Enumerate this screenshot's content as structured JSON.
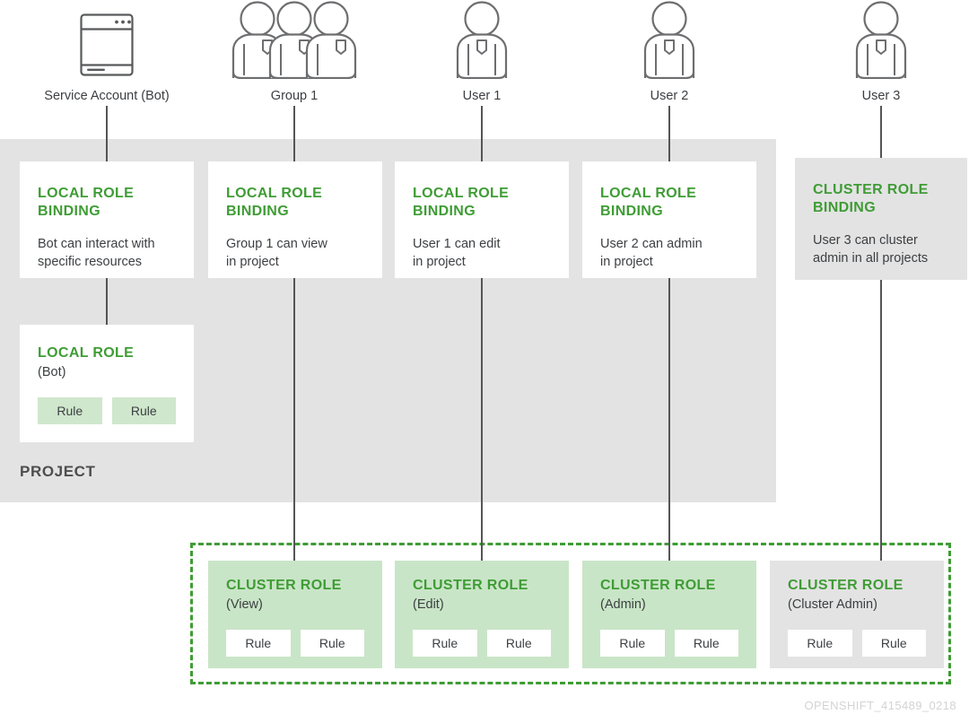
{
  "diagram": {
    "title_caption": "OPENSHIFT_415489_0218",
    "project_label": "PROJECT",
    "colors": {
      "green_heading": "#3f9c35",
      "light_green": "#c9e5c7",
      "rule_light_green": "#cfe7cc",
      "band_gray": "#e3e3e3",
      "line_gray": "#555557",
      "text_dark": "#3c3f42",
      "caption_gray": "#d3d3d3"
    }
  },
  "actors": [
    {
      "id": "service-account",
      "icon": "window-icon",
      "label": "Service Account (Bot)"
    },
    {
      "id": "group-1",
      "icon": "group-icon",
      "label": "Group 1"
    },
    {
      "id": "user-1",
      "icon": "person-icon",
      "label": "User 1"
    },
    {
      "id": "user-2",
      "icon": "person-icon",
      "label": "User 2"
    },
    {
      "id": "user-3",
      "icon": "person-icon",
      "label": "User 3"
    }
  ],
  "bindings": [
    {
      "id": "binding-bot",
      "heading": "LOCAL ROLE\nBINDING",
      "desc": "Bot can interact with\nspecific resources"
    },
    {
      "id": "binding-group1",
      "heading": "LOCAL ROLE\nBINDING",
      "desc": "Group 1 can view\nin project"
    },
    {
      "id": "binding-user1",
      "heading": "LOCAL ROLE\nBINDING",
      "desc": "User 1 can edit\nin project"
    },
    {
      "id": "binding-user2",
      "heading": "LOCAL ROLE\nBINDING",
      "desc": "User 2 can admin\nin project"
    },
    {
      "id": "binding-user3",
      "heading": "CLUSTER ROLE\nBINDING",
      "desc": "User 3 can cluster\nadmin in all projects"
    }
  ],
  "local_role": {
    "id": "local-role-bot",
    "heading": "LOCAL ROLE",
    "sub": "(Bot)",
    "rules": [
      "Rule",
      "Rule"
    ]
  },
  "cluster_roles": [
    {
      "id": "cluster-role-view",
      "heading": "CLUSTER ROLE",
      "sub": "(View)",
      "rules": [
        "Rule",
        "Rule"
      ]
    },
    {
      "id": "cluster-role-edit",
      "heading": "CLUSTER ROLE",
      "sub": "(Edit)",
      "rules": [
        "Rule",
        "Rule"
      ]
    },
    {
      "id": "cluster-role-admin",
      "heading": "CLUSTER ROLE",
      "sub": "(Admin)",
      "rules": [
        "Rule",
        "Rule"
      ]
    },
    {
      "id": "cluster-role-clusteradmin",
      "heading": "CLUSTER ROLE",
      "sub": "(Cluster Admin)",
      "rules": [
        "Rule",
        "Rule"
      ]
    }
  ]
}
